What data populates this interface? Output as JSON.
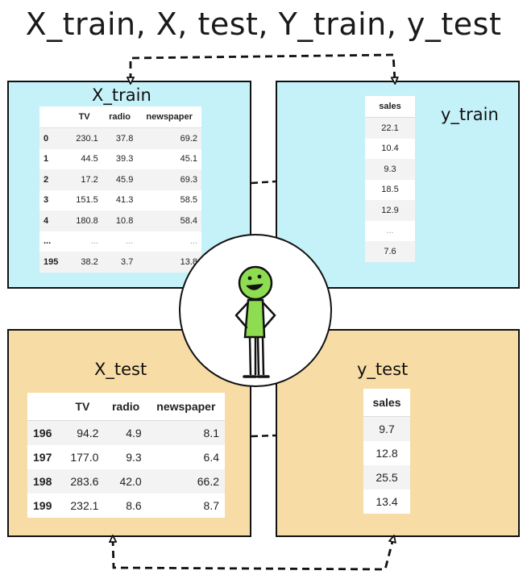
{
  "title": "X_train, X, test, Y_train, y_test",
  "x_train": {
    "label": "X_train",
    "columns": [
      "",
      "TV",
      "radio",
      "newspaper"
    ],
    "rows": [
      [
        "0",
        "230.1",
        "37.8",
        "69.2"
      ],
      [
        "1",
        "44.5",
        "39.3",
        "45.1"
      ],
      [
        "2",
        "17.2",
        "45.9",
        "69.3"
      ],
      [
        "3",
        "151.5",
        "41.3",
        "58.5"
      ],
      [
        "4",
        "180.8",
        "10.8",
        "58.4"
      ],
      [
        "...",
        "...",
        "...",
        "..."
      ],
      [
        "195",
        "38.2",
        "3.7",
        "13.8"
      ]
    ]
  },
  "y_train": {
    "label": "y_train",
    "column": "sales",
    "rows": [
      "22.1",
      "10.4",
      "9.3",
      "18.5",
      "12.9",
      "...",
      "7.6"
    ]
  },
  "x_test": {
    "label": "X_test",
    "columns": [
      "",
      "TV",
      "radio",
      "newspaper"
    ],
    "rows": [
      [
        "196",
        "94.2",
        "4.9",
        "8.1"
      ],
      [
        "197",
        "177.0",
        "9.3",
        "6.4"
      ],
      [
        "198",
        "283.6",
        "42.0",
        "66.2"
      ],
      [
        "199",
        "232.1",
        "8.6",
        "8.7"
      ]
    ]
  },
  "y_test": {
    "label": "y_test",
    "column": "sales",
    "rows": [
      "9.7",
      "12.8",
      "25.5",
      "13.4"
    ]
  },
  "colors": {
    "train_panel": "#c5f1f8",
    "test_panel": "#f8dca5",
    "figure_body": "#8edc4f",
    "outline": "#111111"
  },
  "icons": {
    "figure": "stick-figure-icon",
    "connector": "dashed-arrow-icon"
  }
}
